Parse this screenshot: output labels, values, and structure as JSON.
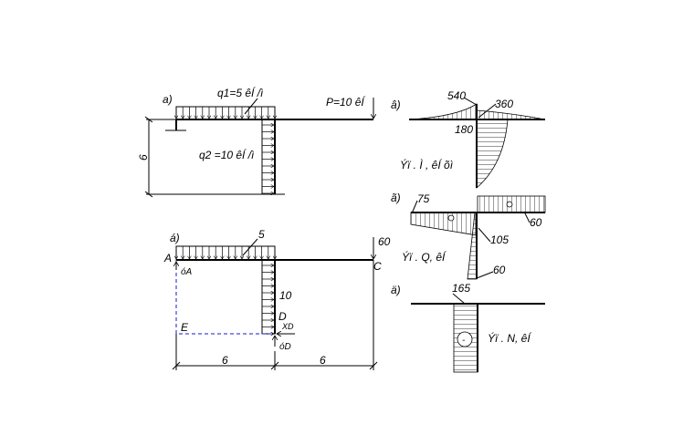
{
  "scheme_a": {
    "label": "a)",
    "q1": "q1=5 êÍ /ì",
    "p": "P=10 êÍ",
    "q2": "q2 =10 êÍ /ì",
    "height_dim": "6"
  },
  "scheme_b": {
    "label": "á)",
    "q_top": "5",
    "force_c": "60",
    "q_side": "10",
    "point_a": "A",
    "point_c": "C",
    "point_d": "D",
    "point_e": "E",
    "reaction_ya": "óA",
    "reaction_xd": "XD",
    "reaction_yd": "óD",
    "span_left": "6",
    "span_right": "6"
  },
  "moment_diagram": {
    "label": "â)",
    "v1": "540",
    "v2": "360",
    "v3": "180",
    "title": "Ýï . Ì , êÍ õì"
  },
  "shear_diagram": {
    "label": "ã)",
    "v1": "75",
    "v2": "60",
    "v3": "105",
    "v4": "60",
    "title": "Ýï . Q, êÍ"
  },
  "normal_diagram": {
    "label": "ä)",
    "v1": "165",
    "title": "Ýï . N, êÍ",
    "sign": "-"
  },
  "colors": {
    "line": "#000000",
    "dashed": "#1a1acc"
  }
}
